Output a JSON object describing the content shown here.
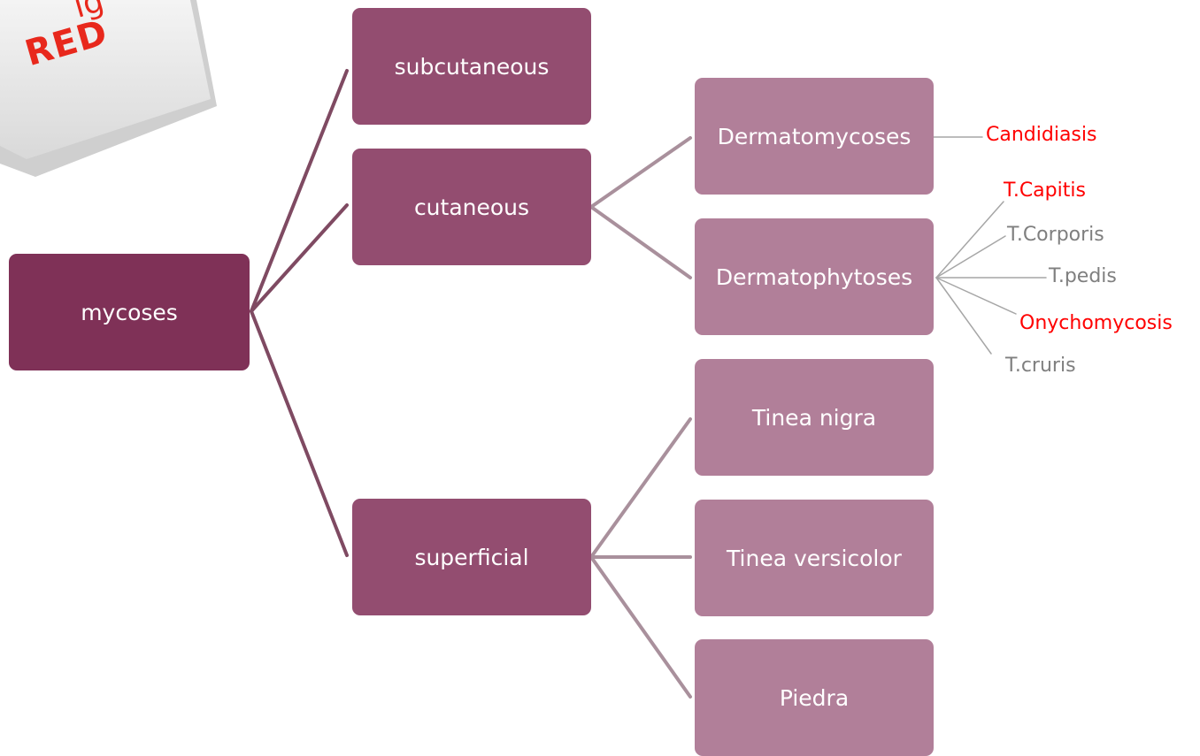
{
  "stamp": {
    "partial_text": "ig",
    "text": "RED"
  },
  "root": {
    "label": "mycoses"
  },
  "level1": [
    {
      "label": "subcutaneous"
    },
    {
      "label": "cutaneous"
    },
    {
      "label": "superficial"
    }
  ],
  "cutaneous_children": [
    {
      "label": "Dermatomycoses"
    },
    {
      "label": "Dermatophytoses"
    }
  ],
  "superficial_children": [
    {
      "label": "Tinea nigra"
    },
    {
      "label": "Tinea versicolor"
    },
    {
      "label": "Piedra"
    }
  ],
  "dermatomycoses_children": [
    {
      "label": "Candidiasis",
      "highlight": true
    }
  ],
  "dermatophytoses_children": [
    {
      "label": "T.Capitis",
      "highlight": true
    },
    {
      "label": "T.Corporis",
      "highlight": false
    },
    {
      "label": "T.pedis",
      "highlight": false
    },
    {
      "label": "Onychomycosis",
      "highlight": true
    },
    {
      "label": "T.cruris",
      "highlight": false
    }
  ],
  "colors": {
    "root_box": "#7f3157",
    "level1_box": "#934d70",
    "level2_box": "#b17f99",
    "level1_connector": "#7f4a62",
    "level2_connector": "#a9909c",
    "leaf_connector": "#a6a6a6",
    "highlight_text": "#ff0000",
    "normal_text": "#7f7f7f"
  }
}
